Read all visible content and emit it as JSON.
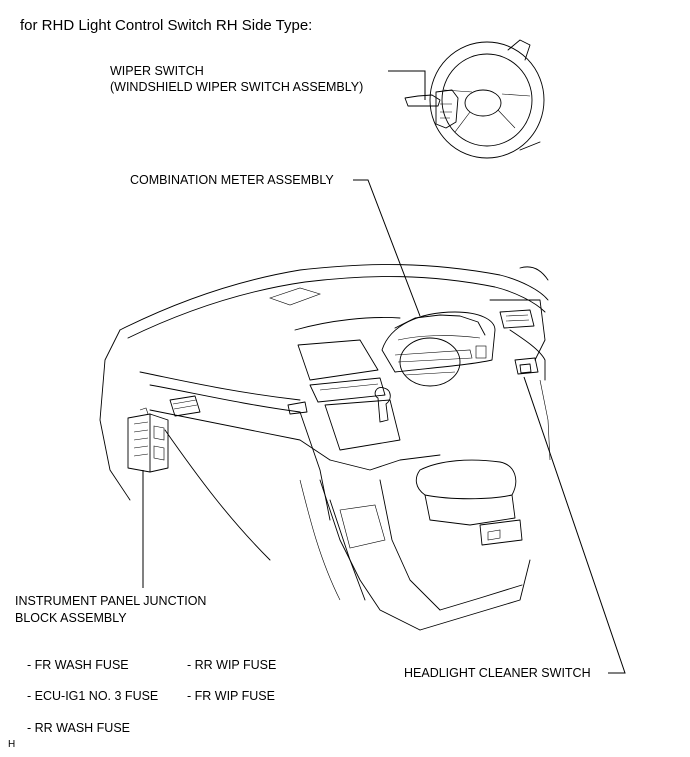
{
  "heading": "for RHD Light Control Switch RH Side Type:",
  "labels": {
    "wiper_switch_line1": "WIPER SWITCH",
    "wiper_switch_line2": "(WINDSHIELD WIPER SWITCH ASSEMBLY)",
    "combination_meter": "COMBINATION METER ASSEMBLY",
    "junction_block_line1": "INSTRUMENT PANEL JUNCTION",
    "junction_block_line2": "BLOCK ASSEMBLY",
    "headlight_cleaner": "HEADLIGHT CLEANER SWITCH"
  },
  "fuses": [
    "- FR WASH FUSE",
    "- RR WIP FUSE",
    "- ECU-IG1 NO. 3 FUSE",
    "- FR WIP FUSE",
    "- RR WASH FUSE"
  ],
  "corner_mark": "H"
}
